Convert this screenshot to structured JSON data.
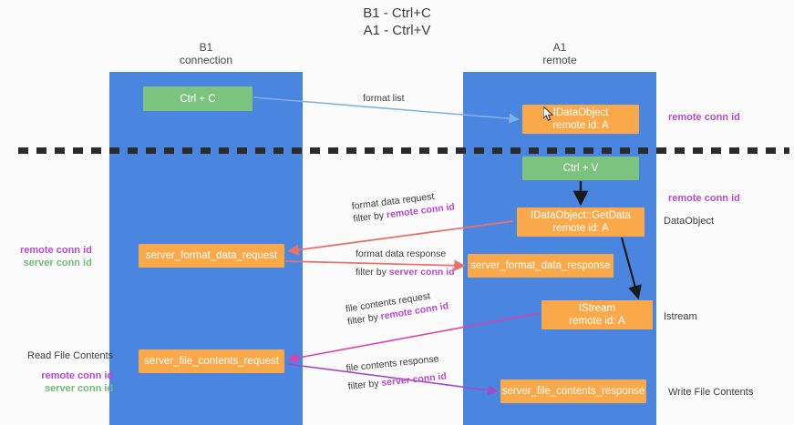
{
  "title": {
    "line1": "B1 - Ctrl+C",
    "line2": "A1 - Ctrl+V"
  },
  "columns": {
    "left": {
      "name": "B1",
      "role": "connection"
    },
    "right": {
      "name": "A1",
      "role": "remote"
    }
  },
  "boxes": {
    "ctrl_c": {
      "label": "Ctrl + C",
      "color": "#7bc37e"
    },
    "idataobject": {
      "line1": "IDataObject",
      "line2": "remote id: A",
      "color": "#f9a94a"
    },
    "ctrl_v": {
      "label": "Ctrl + V",
      "color": "#7bc37e"
    },
    "getdata": {
      "line1": "IDataObject::GetData",
      "line2": "remote id: A",
      "color": "#f9a94a"
    },
    "server_format_data_request": {
      "label": "server_format_data_request",
      "color": "#f9a94a"
    },
    "server_format_data_response": {
      "label": "server_format_data_response",
      "color": "#f9a94a"
    },
    "istream": {
      "line1": "IStream",
      "line2": "remote id: A",
      "color": "#f9a94a"
    },
    "server_file_contents_request": {
      "label": "server_file_contents_request",
      "color": "#f9a94a"
    },
    "server_file_contents_response": {
      "label": "server_file_contents_response",
      "color": "#f9a94a"
    }
  },
  "arrow_labels": {
    "format_list": {
      "line1": "format list"
    },
    "format_data_request": {
      "line1": "format data request",
      "filter_prefix": "filter by ",
      "filter_value": "remote conn id"
    },
    "format_data_response": {
      "line1": "format data response",
      "filter_prefix": "filter by ",
      "filter_value": "server conn id"
    },
    "file_contents_request": {
      "line1": "file contents request",
      "filter_prefix": "filter by ",
      "filter_value": "remote conn id"
    },
    "file_contents_response": {
      "line1": "file contents response",
      "filter_prefix": "filter by ",
      "filter_value": "server conn id"
    }
  },
  "side_labels": {
    "right_top_remote": "remote conn id",
    "right_mid_remote": "remote conn id",
    "right_dataobject": "DataObject",
    "right_istream": "Istream",
    "right_write_file": "Write File Contents",
    "left_remote": "remote conn id",
    "left_server": "server conn id",
    "left_read_file": "Read File Contents",
    "left_remote2": "remote conn id",
    "left_server2": "server conn id"
  },
  "colors": {
    "lane": "#4a86e0",
    "green_box": "#7bc37e",
    "orange_box": "#f9a94a",
    "purple_text": "#b44ad0",
    "green_text": "#74b97a",
    "arrow_blue": "#7fb2e5",
    "arrow_red": "#e8726a",
    "arrow_black": "#1a1a1a",
    "arrow_magenta": "#e040a8",
    "arrow_purple": "#a04ac8",
    "divider": "#2b2b2b",
    "background": "#fbfbfb"
  }
}
